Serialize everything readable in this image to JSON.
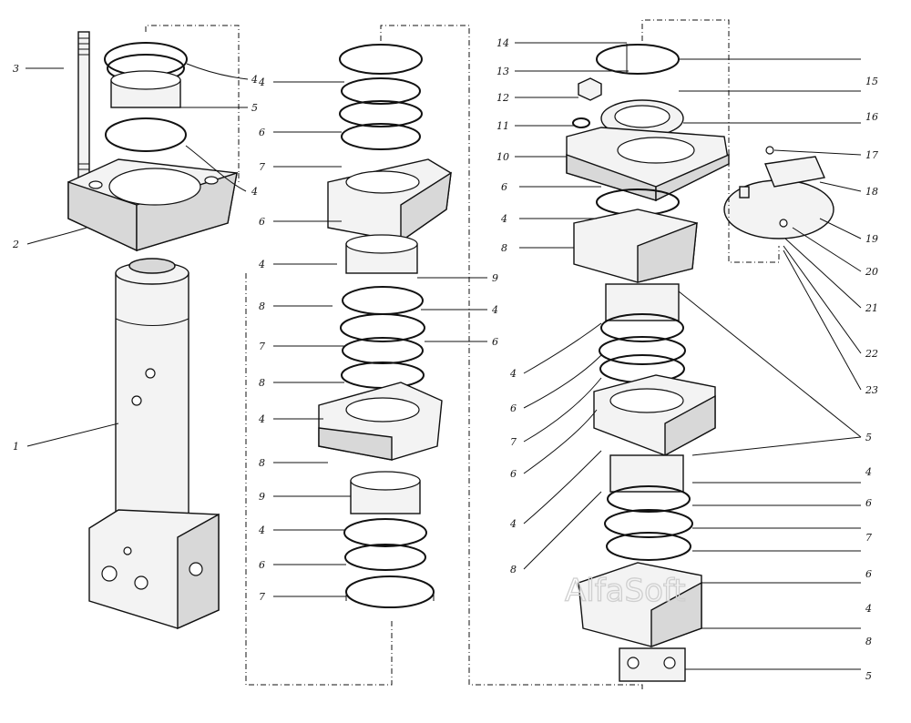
{
  "watermark": "AlfaSoft",
  "callouts": {
    "c1": "1",
    "c2": "2",
    "c3": "3",
    "c4a": "4",
    "c5a": "5",
    "c4b": "4",
    "c4c": "4",
    "c6a": "6",
    "c7a": "7",
    "c6b": "6",
    "c4d": "4",
    "c8a": "8",
    "c9a": "9",
    "c4e": "4",
    "c6c": "6",
    "c7b": "7",
    "c8b": "8",
    "c4f": "4",
    "c8c": "8",
    "c9b": "9",
    "c4g": "4",
    "c6d": "6",
    "c7c": "7",
    "c14": "14",
    "c13": "13",
    "c12": "12",
    "c11": "11",
    "c10": "10",
    "c6e": "6",
    "c4h": "4",
    "c8d": "8",
    "c4i": "4",
    "c6f": "6",
    "c7d": "7",
    "c6g": "6",
    "c4j": "4",
    "c8e": "8",
    "c15": "15",
    "c16": "16",
    "c17": "17",
    "c18": "18",
    "c19": "19",
    "c20": "20",
    "c21": "21",
    "c22": "22",
    "c23": "23",
    "c5b": "5",
    "c4k": "4",
    "c6h": "6",
    "c7e": "7",
    "c6i": "6",
    "c4l": "4",
    "c8f": "8",
    "c5c": "5"
  }
}
